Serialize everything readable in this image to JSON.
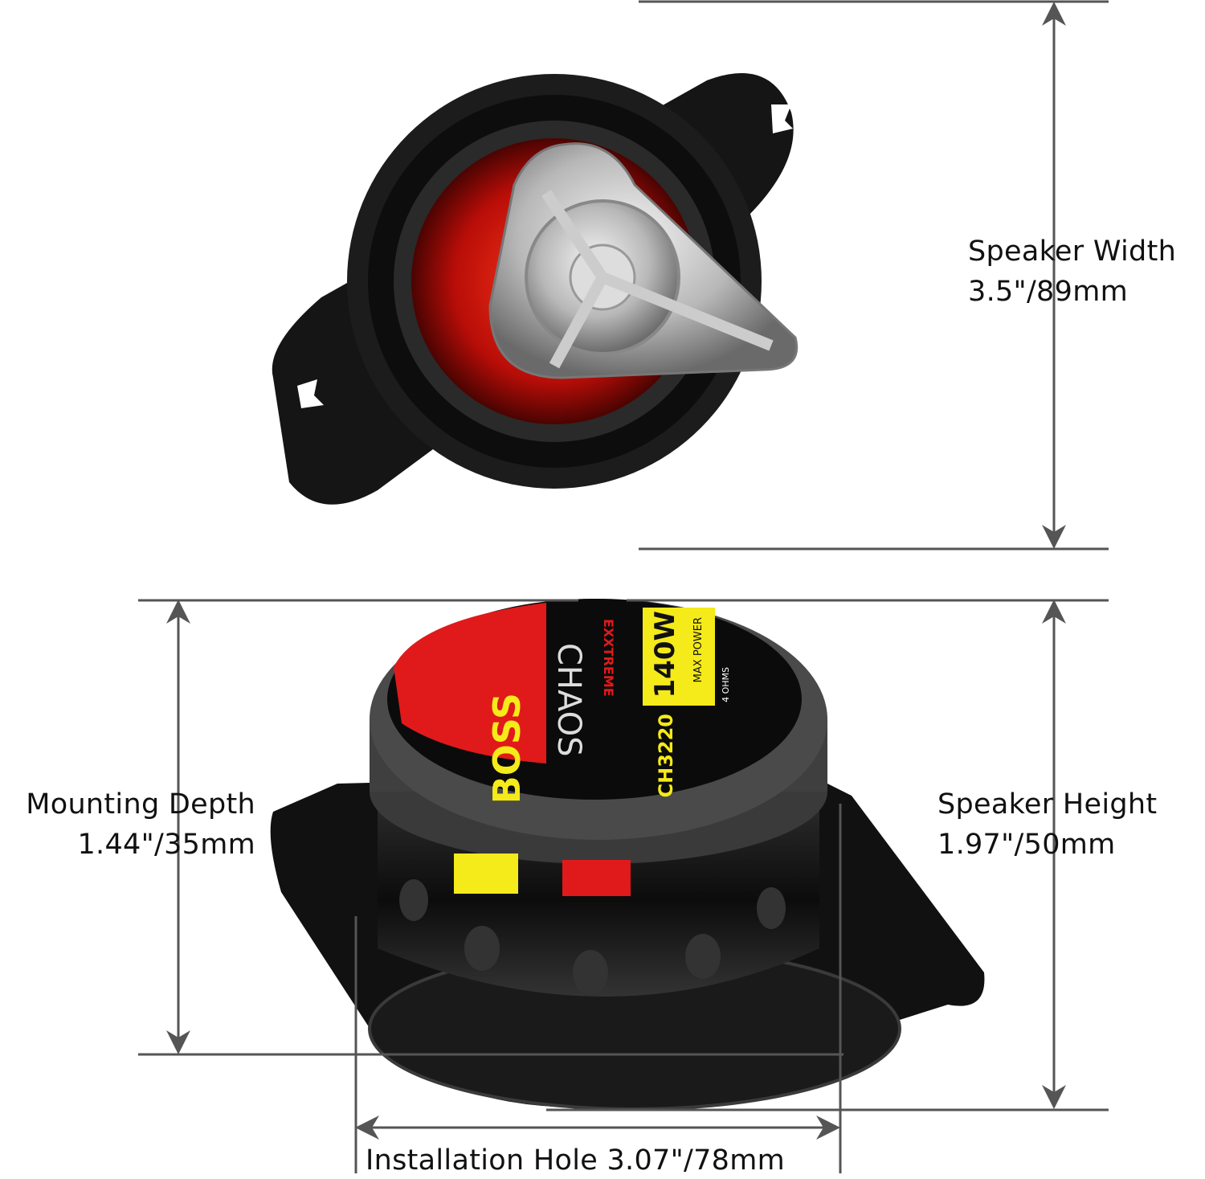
{
  "dimensions": {
    "speaker_width": {
      "label": "Speaker Width",
      "value": "3.5\"/89mm"
    },
    "mounting_depth": {
      "label": "Mounting Depth",
      "value": "1.44\"/35mm"
    },
    "speaker_height": {
      "label": "Speaker Height",
      "value": "1.97\"/50mm"
    },
    "installation_hole": {
      "label": "Installation Hole 3.07\"/78mm"
    }
  },
  "product_label": {
    "brand": "BOSS",
    "series": "CHAOS",
    "subseries": "EXXTREME",
    "power": "140W",
    "power_caption": "MAX POWER",
    "impedance": "4 OHMS",
    "model": "CH3220"
  },
  "colors": {
    "line": "#555555",
    "red": "#e01a1a",
    "yellow": "#f5ea1a"
  }
}
